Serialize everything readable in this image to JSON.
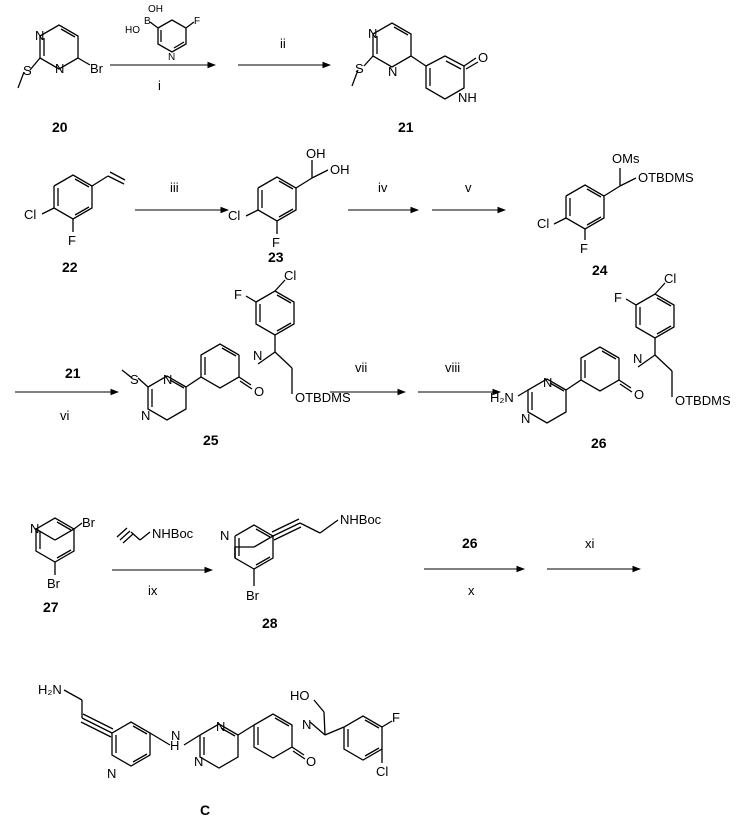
{
  "compounds": {
    "c20": "20",
    "c21": "21",
    "c22": "22",
    "c23": "23",
    "c24": "24",
    "c25": "25",
    "c26": "26",
    "c27": "27",
    "c28": "28",
    "cC": "C"
  },
  "reagents": {
    "r_i": "i",
    "r_ii": "ii",
    "r_iii": "iii",
    "r_iv": "iv",
    "r_v": "v",
    "r_vi": "vi",
    "r_vii": "vii",
    "r_viii": "viii",
    "r_ix": "ix",
    "r_x": "x",
    "r_xi": "xi",
    "above_vi": "21",
    "above_x": "26"
  },
  "atoms": {
    "N": "N",
    "S": "S",
    "Br": "Br",
    "Cl": "Cl",
    "F": "F",
    "O": "O",
    "OH": "OH",
    "HO": "HO",
    "B": "B",
    "NH": "NH",
    "H2N": "H₂N",
    "OMs": "OMs",
    "OTBDMS": "OTBDMS",
    "NHBoc": "NHBoc",
    "H": "H"
  }
}
